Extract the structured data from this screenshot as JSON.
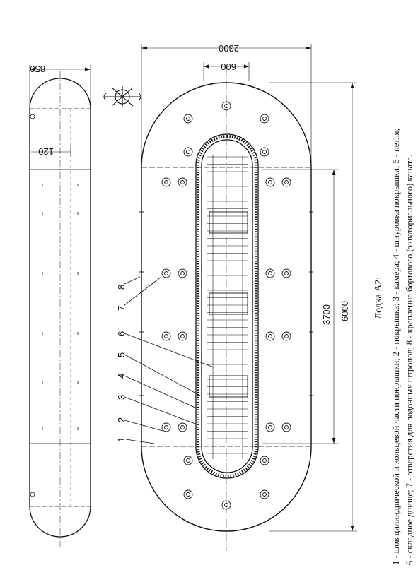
{
  "caption": {
    "title": "Лодка А2:",
    "line1": "1 - шов цилиндрической и кольцевой части покрышки; 2 - покрышка; 3 - камера; 4 - шнуровка покрышки; 5 - петля;",
    "line2": "6 - складное днище; 7 - отверстия для лодочных штропов; 8 - крепление бортового (экваториального) каната."
  },
  "dimensions": {
    "side_width": "850",
    "side_offset": "120",
    "top_width": "2300",
    "inner_width": "600",
    "inner_length": "3700",
    "total_length": "6000"
  },
  "callouts": [
    "1",
    "2",
    "3",
    "4",
    "5",
    "6",
    "7",
    "8"
  ]
}
